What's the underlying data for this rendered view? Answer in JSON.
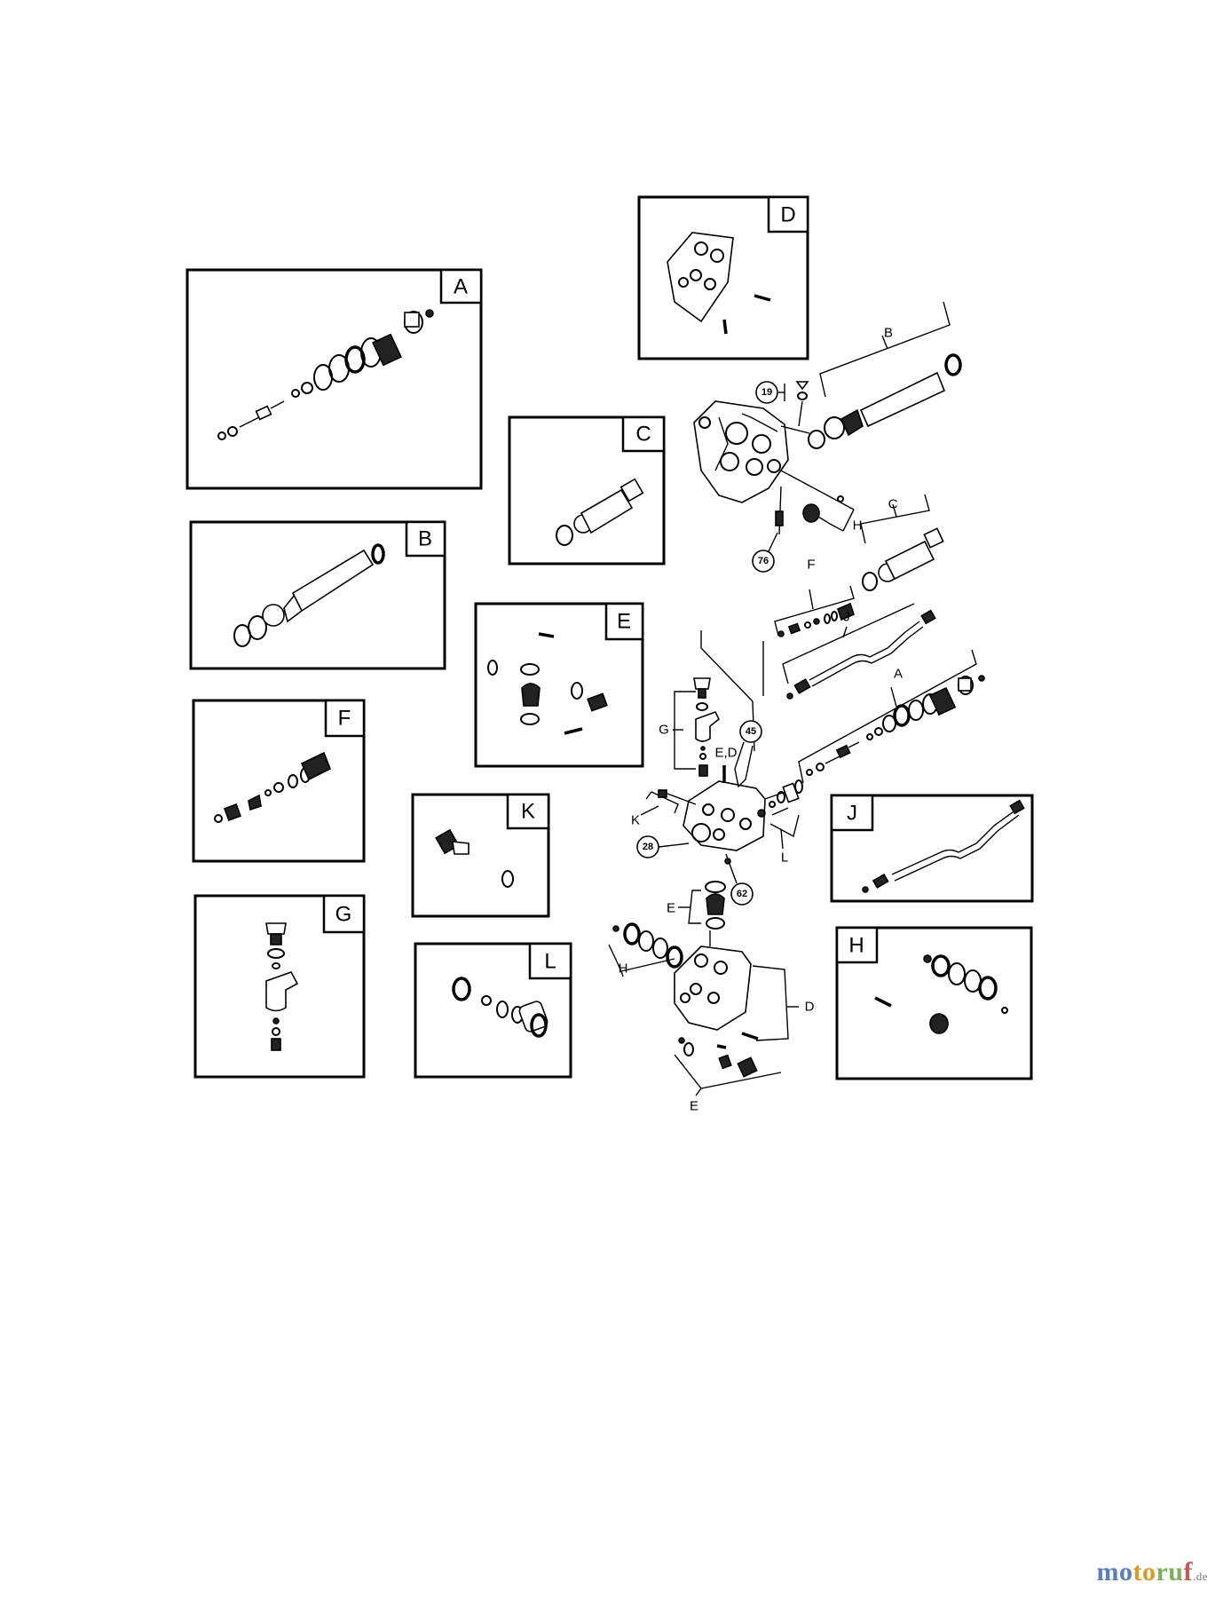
{
  "boxes": {
    "A": "A",
    "B": "B",
    "C": "C",
    "D": "D",
    "E": "E",
    "F": "F",
    "G": "G",
    "H": "H",
    "J": "J",
    "K": "K",
    "L": "L"
  },
  "callouts": {
    "n19": "19",
    "n76": "76",
    "n45": "45",
    "n28": "28",
    "n62": "62"
  },
  "assembly_labels": {
    "B": "B",
    "H_top": "H",
    "C": "C",
    "F": "F",
    "J": "J",
    "A": "A",
    "G": "G",
    "ED": "E,D",
    "K": "K",
    "L": "L",
    "E_mid": "E",
    "H_low": "H",
    "D": "D",
    "E_bottom": "E"
  },
  "brand": {
    "part1": "mo",
    "part2": "to",
    "part3": "ru",
    "part4": "f",
    "tld": ".de"
  }
}
